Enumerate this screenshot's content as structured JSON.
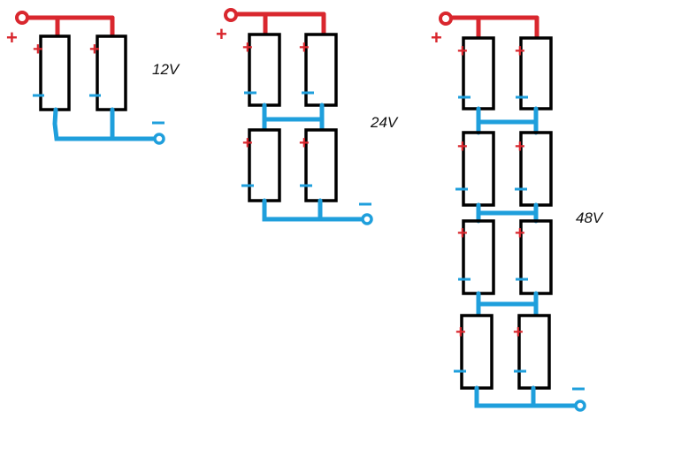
{
  "diagram": {
    "colors": {
      "positive_wire": "#d9272e",
      "negative_wire": "#1f9fdc",
      "battery_outline": "#000000",
      "background": "#ffffff"
    },
    "terminal_plus": "+",
    "terminal_minus": "−",
    "configurations": [
      {
        "id": "12v",
        "voltage_label": "12V",
        "rows": 1,
        "columns": 2
      },
      {
        "id": "24v",
        "voltage_label": "24V",
        "rows": 2,
        "columns": 2
      },
      {
        "id": "48v",
        "voltage_label": "48V",
        "rows": 4,
        "columns": 2
      }
    ]
  }
}
